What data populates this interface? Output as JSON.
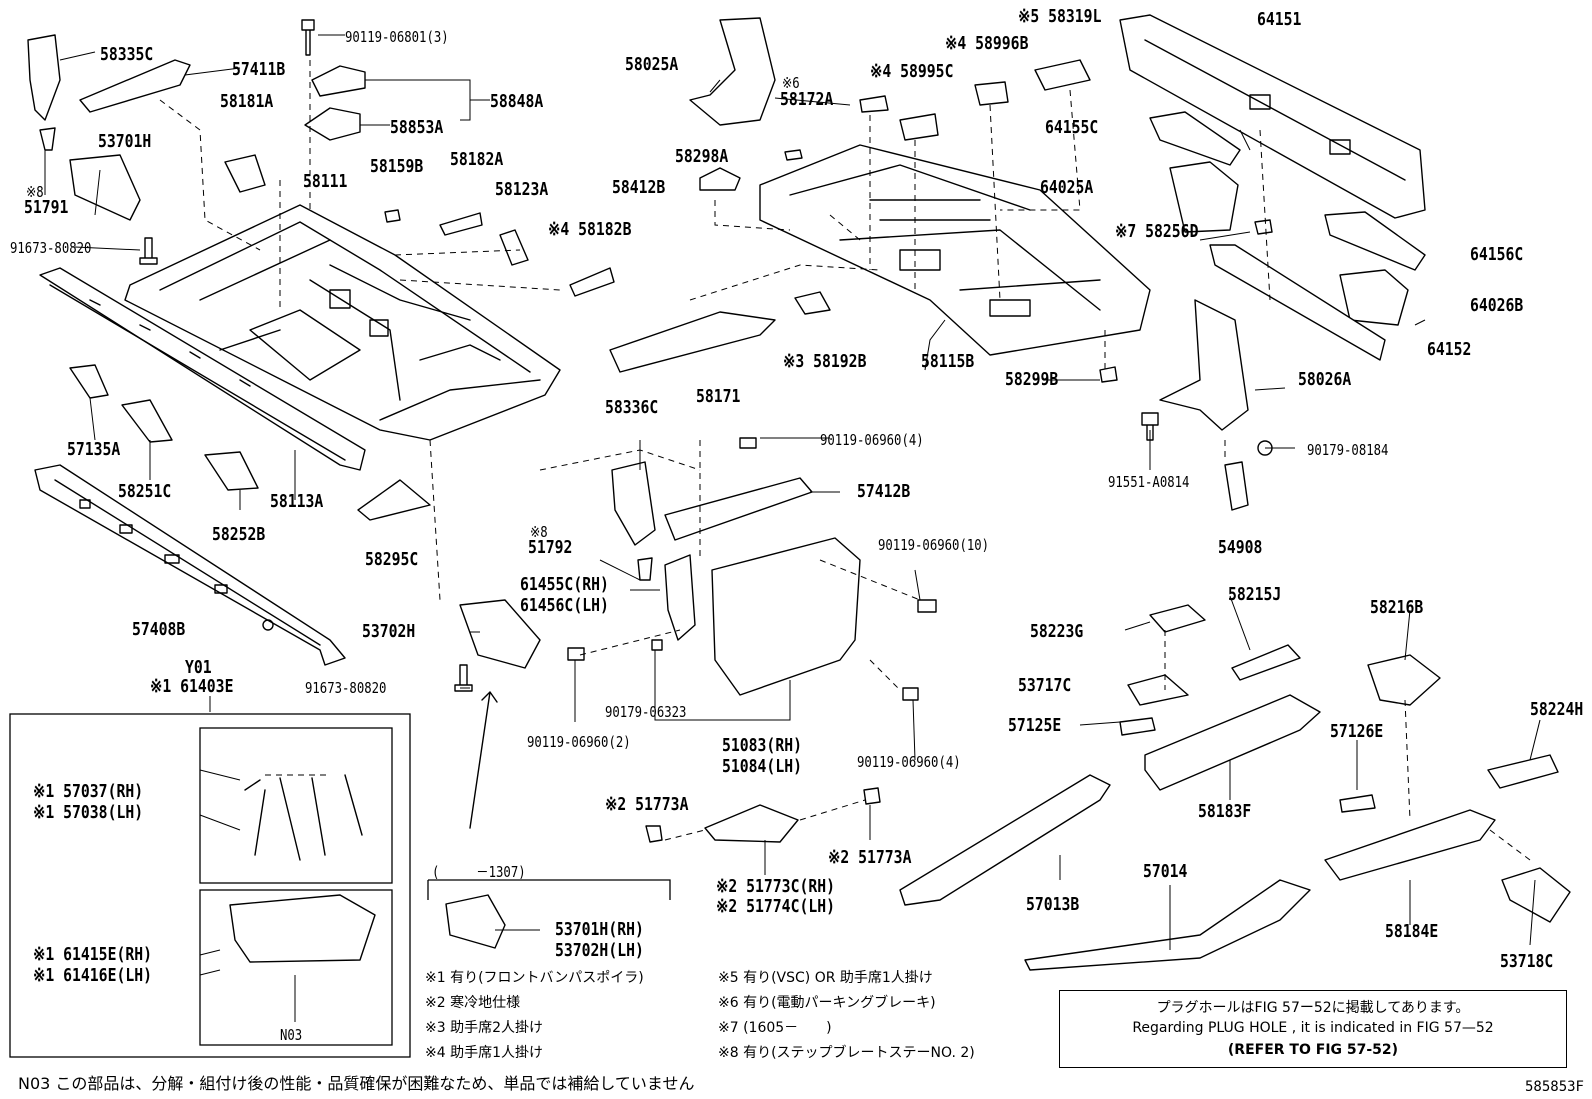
{
  "labels": {
    "l58335c": "58335C",
    "l57411b": "57411B",
    "l9011906801": "90119-06801(3)",
    "l58848a": "58848A",
    "l58853a": "58853A",
    "l58181a": "58181A",
    "l53701h": "53701H",
    "l58111": "58111",
    "l58159b": "58159B",
    "l58182a": "58182A",
    "l58123a": "58123A",
    "l51791_n": "※8",
    "l51791": "51791",
    "l9167380820a": "91673-80820",
    "l58182b": "※4 58182B",
    "l57135a": "57135A",
    "l58251c": "58251C",
    "l58113a": "58113A",
    "l58252b": "58252B",
    "l58295c": "58295C",
    "l57408b": "57408B",
    "l58025a": "58025A",
    "l58172a_n": "※6",
    "l58172a": "58172A",
    "l58995c": "※4 58995C",
    "l58996b": "※4 58996B",
    "l58319l": "※5 58319L",
    "l58298a": "58298A",
    "l58412b": "58412B",
    "l58171": "58171",
    "l58192b": "※3 58192B",
    "l58115b": "58115B",
    "l58299b": "58299B",
    "l64151": "64151",
    "l64155c": "64155C",
    "l64025a": "64025A",
    "l58256d": "※7 58256D",
    "l64156c": "64156C",
    "l64026b": "64026B",
    "l64152": "64152",
    "l58026a": "58026A",
    "l91551": "91551-A0814",
    "l9017908184": "90179-08184",
    "l54908": "54908",
    "l58336c": "58336C",
    "l9011906960_4a": "90119-06960(4)",
    "l57412b": "57412B",
    "l51792_n": "※8",
    "l51792": "51792",
    "l61455c": "61455C(RH)",
    "l61456c": "61456C(LH)",
    "l9011906960_10": "90119-06960(10)",
    "l53702h": "53702H",
    "l9167380820b": "91673-80820",
    "l9017906323": "90179-06323",
    "l9011906960_2": "90119-06960(2)",
    "l51083": "51083(RH)",
    "l51084": "51084(LH)",
    "l9011906960_4b": "90119-06960(4)",
    "l51773a_a": "※2 51773A",
    "l51773a_b": "※2 51773A",
    "l51773c": "※2 51773C(RH)",
    "l51774c": "※2 51774C(LH)",
    "l58223g": "58223G",
    "l58215j": "58215J",
    "l53717c": "53717C",
    "l57125e": "57125E",
    "l58183f": "58183F",
    "l57013b": "57013B",
    "l57014": "57014",
    "l58216b": "58216B",
    "l57126e": "57126E",
    "l58224h": "58224H",
    "l58184e": "58184E",
    "l53718c": "53718C",
    "y01": "Y01",
    "l61403e": "※1 61403E",
    "l57037": "※1 57037(RH)",
    "l57038": "※1 57038(LH)",
    "l61415e": "※1 61415E(RH)",
    "l61416e": "※1 61416E(LH)",
    "n03": "N03",
    "range1307": "(　　　－1307)",
    "l53701hrh": "53701H(RH)",
    "l53702hlh": "53702H(LH)"
  },
  "notes": {
    "n1": "※1 有り(フロントバンパスポイラ)",
    "n2": "※2 寒冷地仕様",
    "n3": "※3 助手席2人掛け",
    "n4": "※4 助手席1人掛け",
    "n5": "※5 有り(VSC) OR 助手席1人掛け",
    "n6": "※6 有り(電動パーキングブレーキ)",
    "n7": "※7 (1605－　　)",
    "n8": "※8 有り(ステップブレートステーNO. 2)"
  },
  "info_box": {
    "line1": "プラグホールはFIG 57ー52に掲載してあります。",
    "line2": "Regarding  PLUG  HOLE , it is indicated in  FIG  57—52",
    "line3": "(REFER TO FIG 57-52)"
  },
  "footer_note": "N03 この部品は、分解・組付け後の性能・品質確保が困難なため、単品では補給していません",
  "figure_code": "585853F"
}
